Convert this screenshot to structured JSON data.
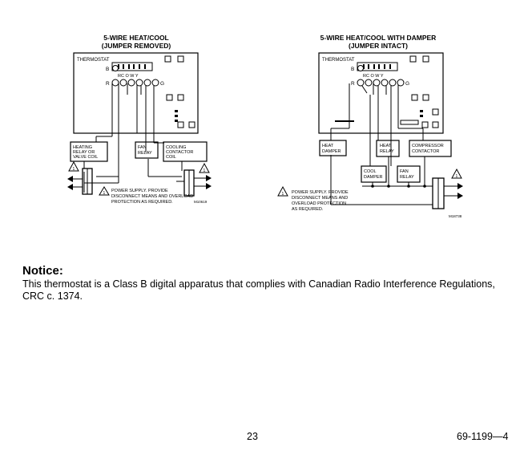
{
  "left_diagram": {
    "title_line1": "5-WIRE HEAT/COOL",
    "title_line2": "(JUMPER REMOVED)",
    "thermostat_label": "THERMOSTAT",
    "terminal_b": "B",
    "terminal_r": "R",
    "terminal_g": "G",
    "terminal_labels": "RC O W Y",
    "box_heating_line1": "HEATING",
    "box_heating_line2": "RELAY OR",
    "box_heating_line3": "VALVE COIL",
    "box_fan_line1": "FAN",
    "box_fan_line2": "RELAY",
    "box_cooling_line1": "COOLING",
    "box_cooling_line2": "CONTACTOR",
    "box_cooling_line3": "COIL",
    "warning_number": "1",
    "note_line1": "POWER SUPPLY.  PROVIDE",
    "note_line2": "DISCONNECT MEANS AND OVERLOAD",
    "note_line3": "PROTECTION AS REQUIRED.",
    "figure_id": "M10619"
  },
  "right_diagram": {
    "title_line1": "5-WIRE HEAT/COOL WITH DAMPER",
    "title_line2": "(JUMPER INTACT)",
    "thermostat_label": "THERMOSTAT",
    "terminal_b": "B",
    "terminal_r": "R",
    "terminal_g": "G",
    "terminal_labels": "RC O W Y",
    "box_heat_damper_line1": "HEAT",
    "box_heat_damper_line2": "DAMPER",
    "box_heat_relay_line1": "HEAT",
    "box_heat_relay_line2": "RELAY",
    "box_compressor_line1": "COMPRESSOR",
    "box_compressor_line2": "CONTACTOR",
    "box_cool_damper_line1": "COOL",
    "box_cool_damper_line2": "DAMPER",
    "box_fan_line1": "FAN",
    "box_fan_line2": "RELAY",
    "warning_number": "1",
    "note_line1": "POWER SUPPLY.  PROVIDE",
    "note_line2": "DISCONNECT MEANS AND",
    "note_line3": "OVERLOAD PROTECTION",
    "note_line4": "AS REQUIRED.",
    "figure_id": "M18738"
  },
  "notice": {
    "title": "Notice:",
    "body": "This thermostat is a Class B digital apparatus that complies with Canadian Radio Interference Regulations, CRC c. 1374."
  },
  "footer": {
    "page_number": "23",
    "document_number": "69-1199—4"
  }
}
